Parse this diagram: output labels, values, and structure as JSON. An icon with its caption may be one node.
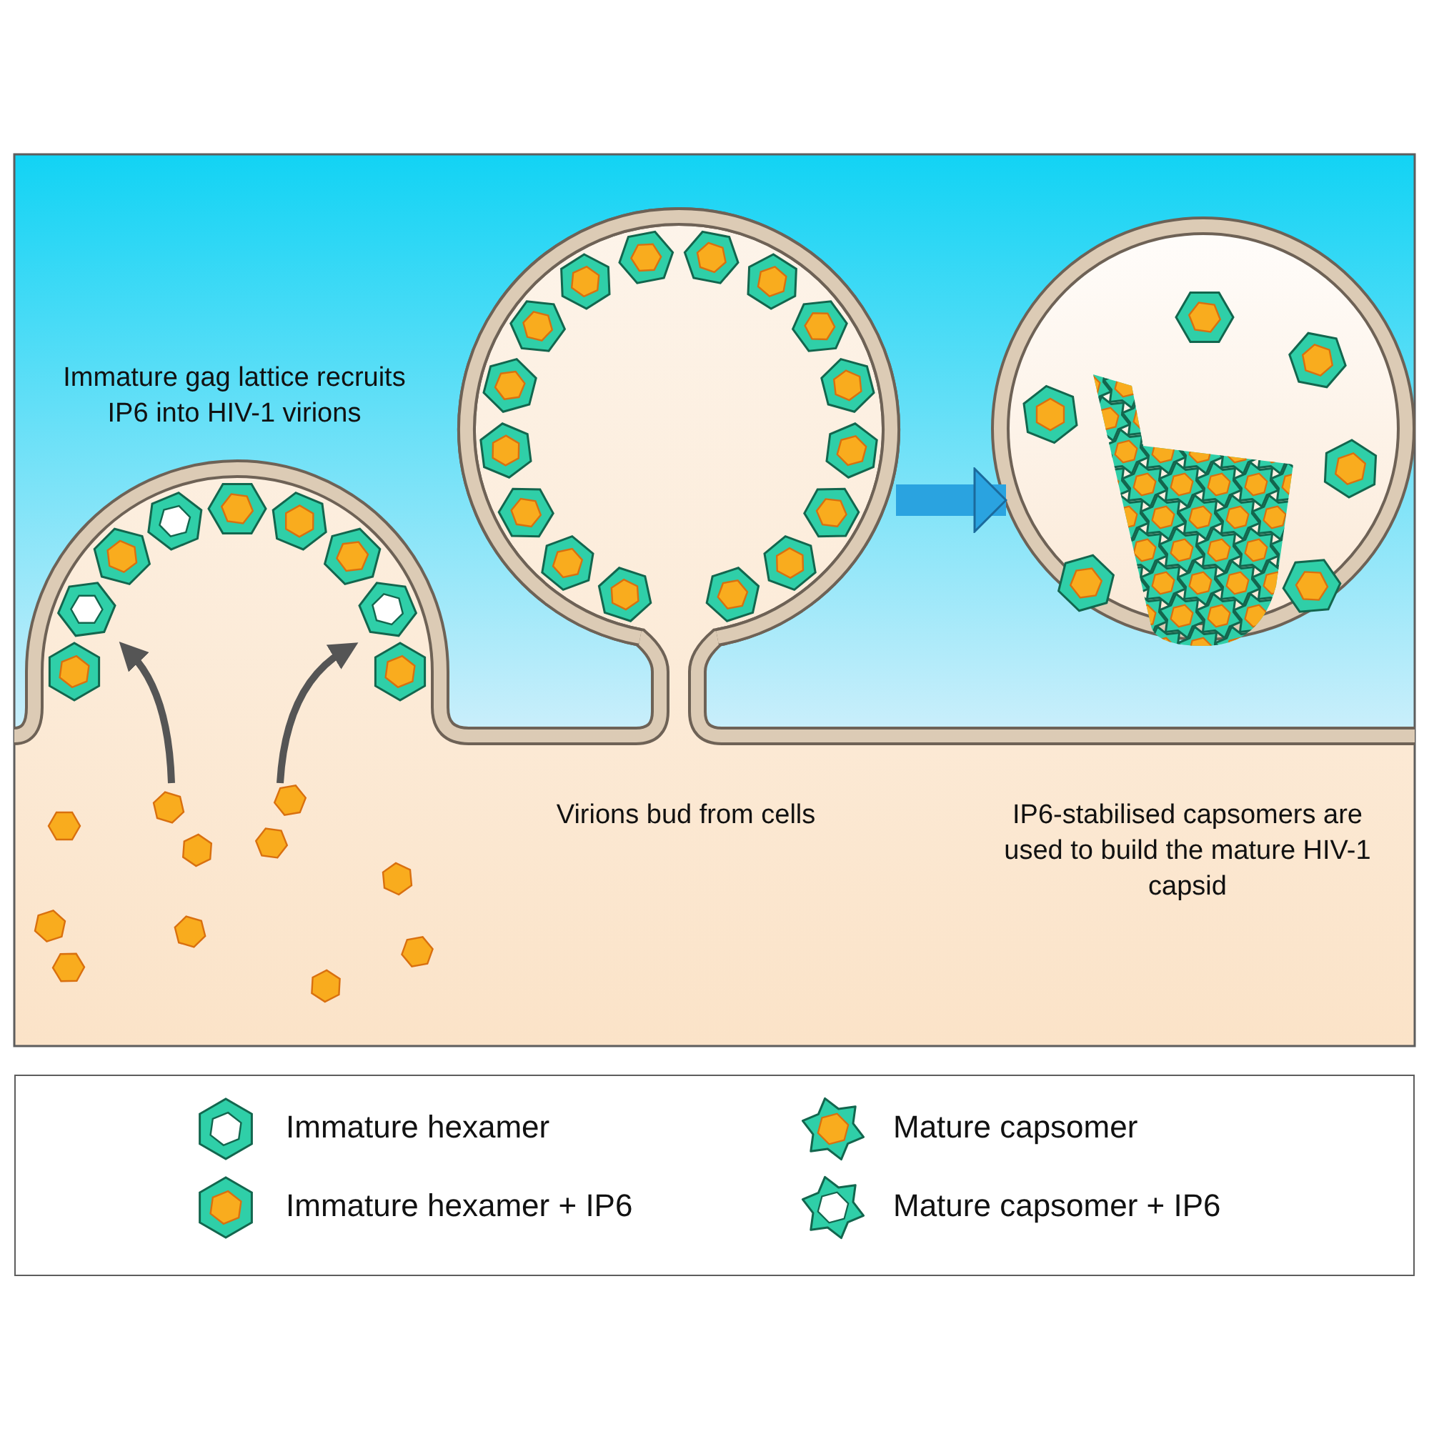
{
  "diagram": {
    "nodes": [
      {
        "text": [],
        "shape": "circle"
      },
      {
        "text": [],
        "shape": "circle"
      }
    ],
    "edges": [
      {
        "from": 0,
        "to": 1,
        "arrow": "to"
      }
    ],
    "labels": [
      "Immature gag lattice recruits IP6 into HIV-1 virions",
      "Virions bud from cells",
      "IP6-stabilised capsomers are used to build the mature HIV-1 capsid"
    ],
    "legend": [
      {
        "text": "Immature hexamer"
      },
      {
        "text": "Immature hexamer + IP6"
      },
      {
        "text": "Mature capsomer"
      },
      {
        "text": "Mature capsomer + IP6"
      }
    ]
  }
}
